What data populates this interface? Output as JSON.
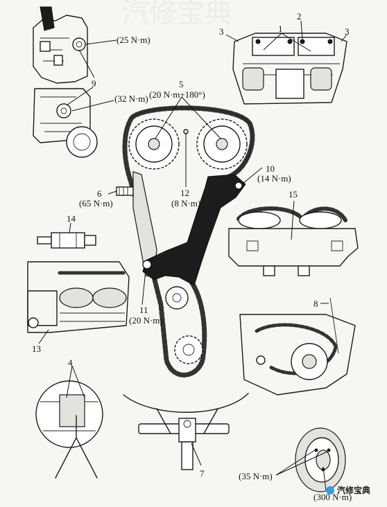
{
  "watermark": {
    "background_text": "汽修宝典",
    "badge_text": "汽修宝典"
  },
  "callouts": {
    "c1": "1",
    "c2": "2",
    "c3_left": "3",
    "c3_right": "3",
    "c4": "4",
    "c5": "5",
    "c5_torque": "(20 N·m+180°)",
    "c6": "6",
    "c6_torque": "(65 N·m)",
    "c7": "7",
    "c8": "8",
    "c9": "9",
    "c10": "10",
    "c10_torque": "(14 N·m)",
    "c11": "11",
    "c11_torque": "(20 N·m)",
    "c12": "12",
    "c12_torque": "(8 N·m)",
    "c13": "13",
    "c14": "14",
    "c15": "15",
    "t25": "(25 N·m)",
    "t32": "(32 N·m)",
    "t35": "(35 N·m)",
    "t300": "(300 N·m)"
  }
}
